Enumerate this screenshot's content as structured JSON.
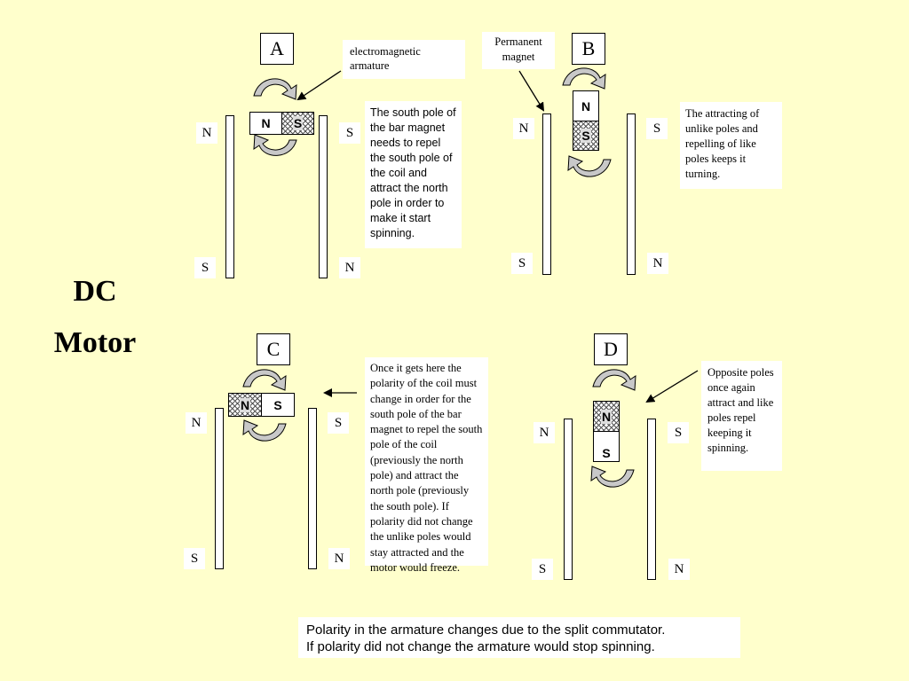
{
  "title": {
    "line1": "DC",
    "line2": "Motor"
  },
  "panels": {
    "a": {
      "label": "A",
      "poles": {
        "left_top": "N",
        "left_bottom": "S",
        "right_top": "S",
        "right_bottom": "N"
      },
      "magnet": {
        "north": "N",
        "south": "S"
      },
      "armature_label": "electromagnetic armature",
      "caption": "The south pole of the bar magnet needs to repel the south pole of the coil and attract the north pole in order to make it start spinning."
    },
    "b": {
      "label": "B",
      "poles": {
        "left_top": "N",
        "left_bottom": "S",
        "right_top": "S",
        "right_bottom": "N"
      },
      "magnet": {
        "north": "N",
        "south": "S"
      },
      "permanent_label": "Permanent magnet",
      "caption": "The attracting of unlike poles and repelling of like poles keeps it turning."
    },
    "c": {
      "label": "C",
      "poles": {
        "left_top": "N",
        "left_bottom": "S",
        "right_top": "S",
        "right_bottom": "N"
      },
      "magnet": {
        "north": "N",
        "south": "S"
      },
      "caption": "Once it gets here the polarity of the coil must change in order for the south pole of the bar magnet to repel the south pole of the coil (previously the north pole) and attract the north pole (previously the south pole).  If polarity did not change the unlike poles would stay attracted and the motor would freeze."
    },
    "d": {
      "label": "D",
      "poles": {
        "left_top": "N",
        "left_bottom": "S",
        "right_top": "S",
        "right_bottom": "N"
      },
      "magnet": {
        "north": "N",
        "south": "S"
      },
      "caption": "Opposite poles once again attract and like poles repel keeping it spinning."
    }
  },
  "bottom_note": {
    "line1": "Polarity in the armature changes due to the split commutator.",
    "line2": "If polarity did not change the armature would stop spinning."
  },
  "colors": {
    "background": "#ffffcc",
    "arrow_fill": "#c8c8c8"
  }
}
